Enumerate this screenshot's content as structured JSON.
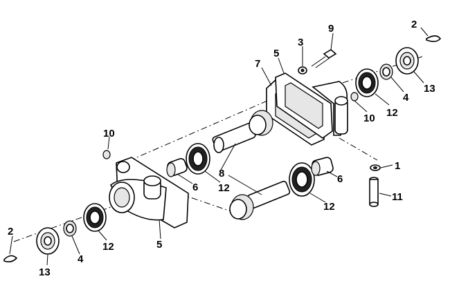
{
  "callouts": {
    "c2_top": "2",
    "c3": "3",
    "c9": "9",
    "c7": "7",
    "c5_top": "5",
    "c13_top": "13",
    "c4_top": "4",
    "c12_top": "12",
    "c10_top": "10",
    "c10_left": "10",
    "c8": "8",
    "c6_mid": "6",
    "c12_mid": "12",
    "c6_right": "6",
    "c12_bot": "12",
    "c1": "1",
    "c11": "11",
    "c2_bot": "2",
    "c13_bot": "13",
    "c4_bot": "4",
    "c12_left": "12",
    "c5_bot": "5"
  }
}
